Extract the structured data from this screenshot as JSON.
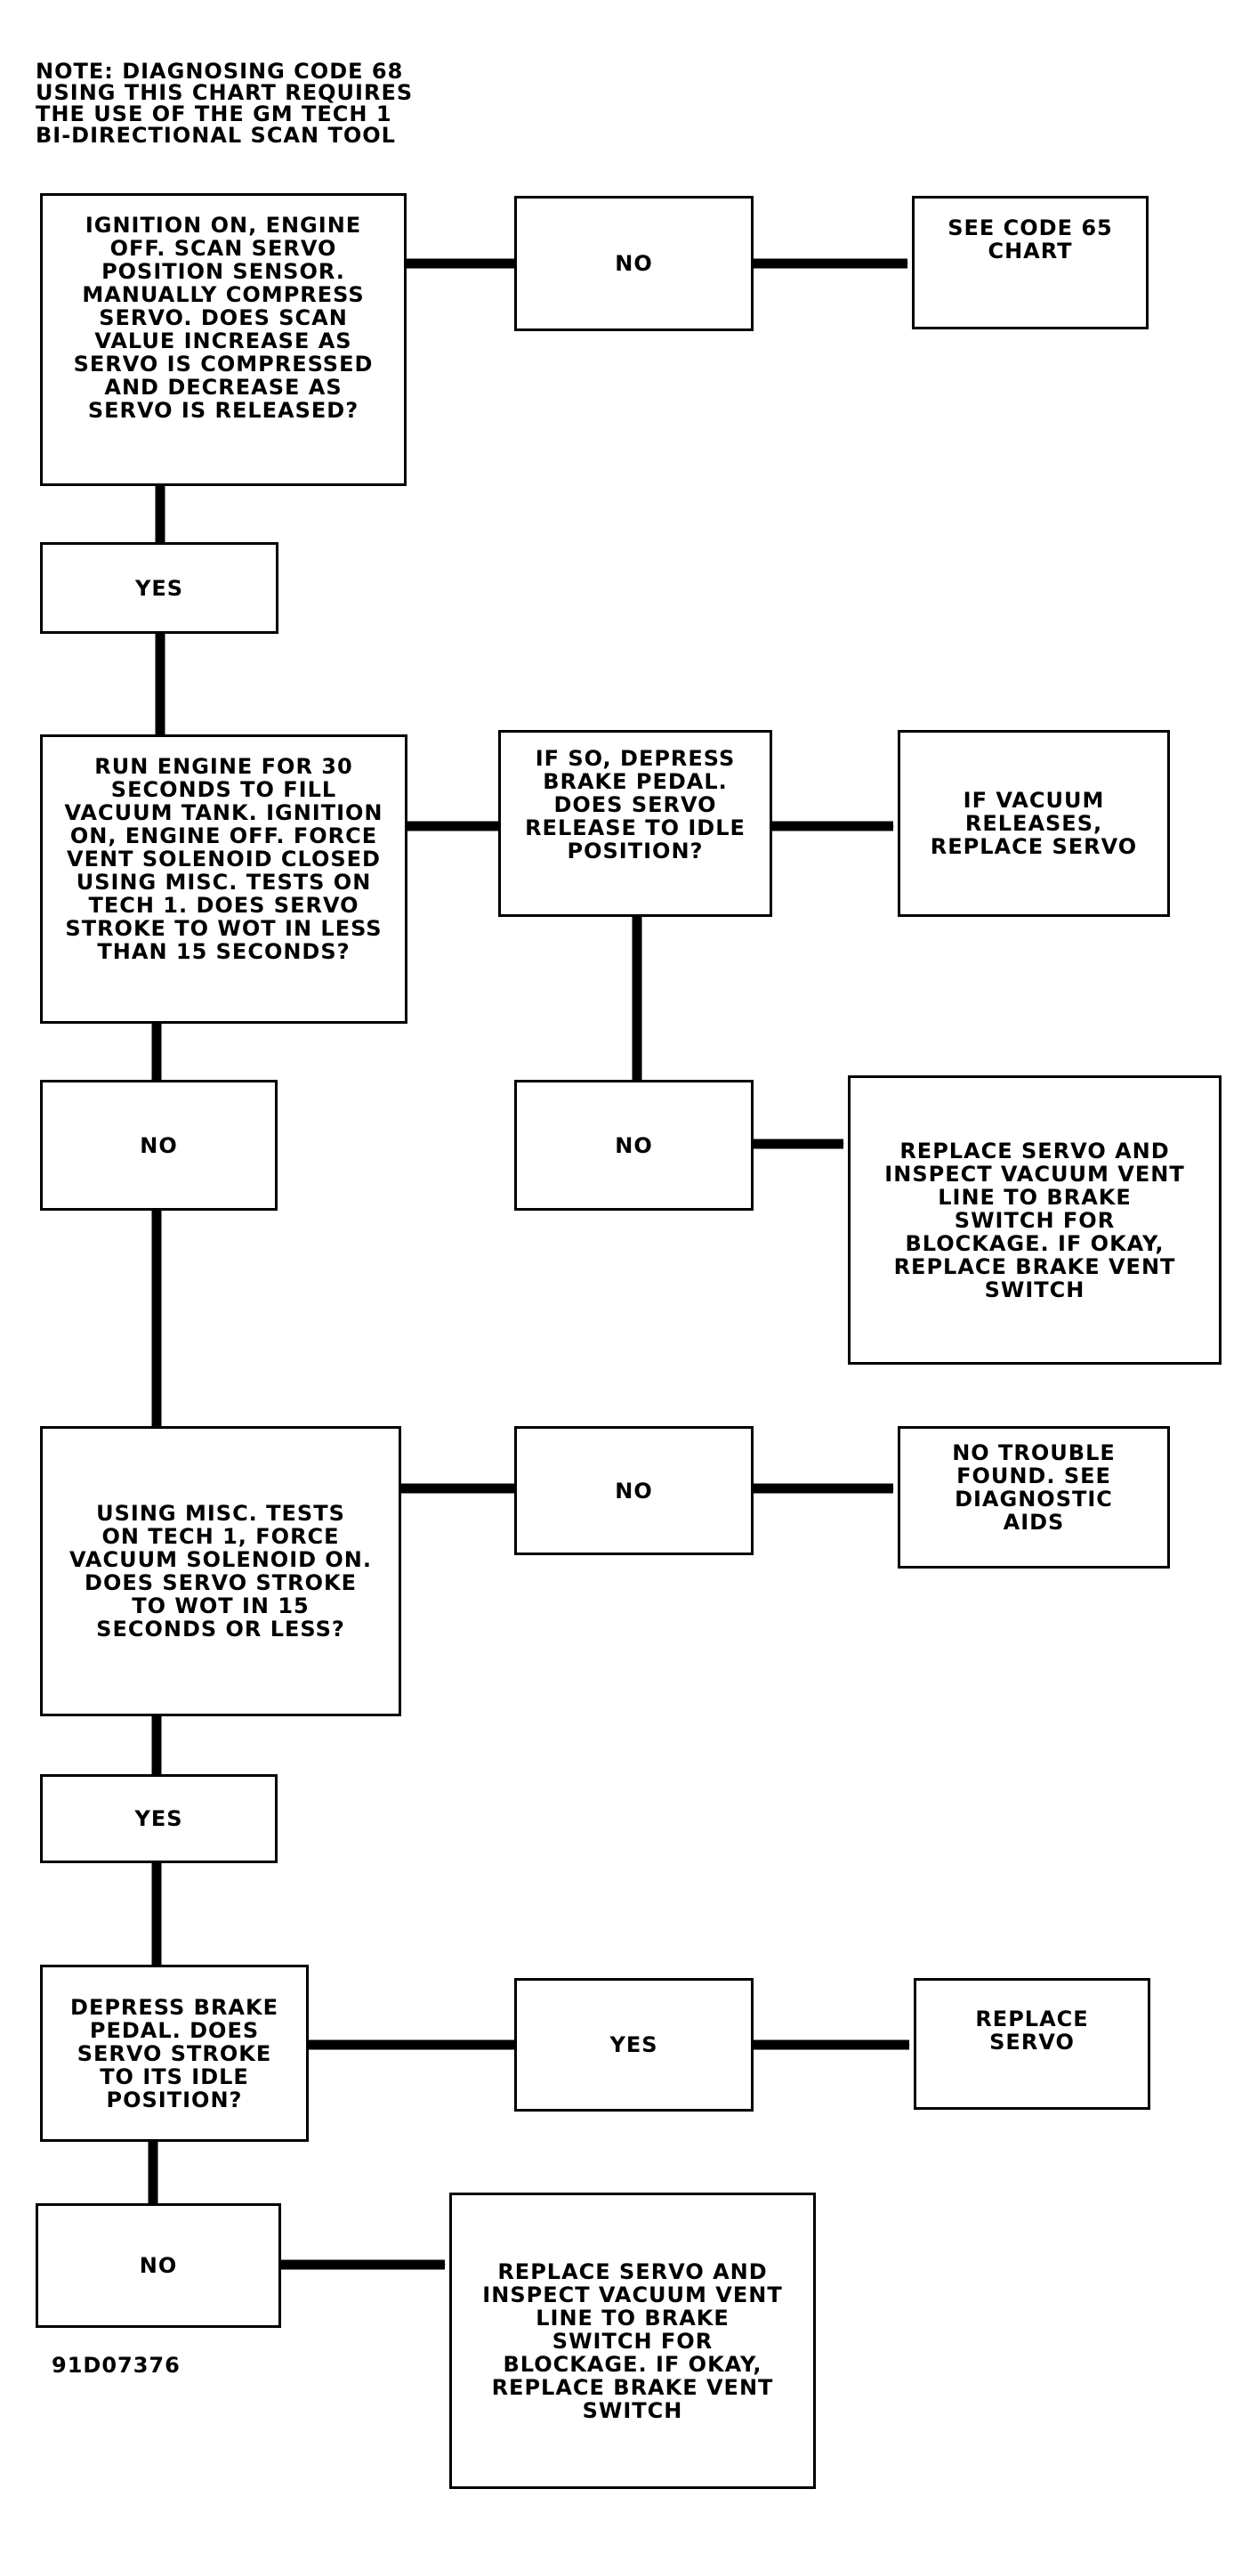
{
  "note": "NOTE: DIAGNOSING CODE 68\nUSING THIS CHART REQUIRES\nTHE USE OF THE GM TECH 1\nBI-DIRECTIONAL SCAN TOOL",
  "figure_id": "91D07376",
  "nodes": {
    "step1_question": "IGNITION ON, ENGINE\nOFF. SCAN SERVO\nPOSITION SENSOR.\nMANUALLY COMPRESS\nSERVO. DOES SCAN\nVALUE INCREASE AS\nSERVO IS COMPRESSED\nAND DECREASE AS\nSERVO IS RELEASED?",
    "step1_no": "NO",
    "step1_no_action": "SEE CODE 65\nCHART",
    "step1_yes": "YES",
    "step2_question": "RUN ENGINE FOR 30\nSECONDS TO FILL\nVACUUM TANK. IGNITION\nON, ENGINE OFF. FORCE\nVENT SOLENOID CLOSED\nUSING MISC. TESTS ON\nTECH 1. DOES SERVO\nSTROKE TO WOT IN LESS\nTHAN 15 SECONDS?",
    "step2_yes_question": "IF SO, DEPRESS\nBRAKE PEDAL.\nDOES SERVO\nRELEASE TO IDLE\nPOSITION?",
    "step2_yes_action": "IF VACUUM\nRELEASES,\nREPLACE SERVO",
    "step2b_no": "NO",
    "step2b_no_action": "REPLACE SERVO AND\nINSPECT VACUUM VENT\nLINE TO BRAKE\nSWITCH FOR\nBLOCKAGE. IF OKAY,\nREPLACE BRAKE VENT\nSWITCH",
    "step2_no": "NO",
    "step3_question": "USING MISC. TESTS\nON TECH 1, FORCE\nVACUUM SOLENOID ON.\nDOES SERVO STROKE\nTO WOT IN 15\nSECONDS OR LESS?",
    "step3_no": "NO",
    "step3_no_action": "NO TROUBLE\nFOUND. SEE\nDIAGNOSTIC\nAIDS",
    "step3_yes": "YES",
    "step4_question": "DEPRESS BRAKE\nPEDAL. DOES\nSERVO STROKE\nTO ITS IDLE\nPOSITION?",
    "step4_yes": "YES",
    "step4_yes_action": "REPLACE\nSERVO",
    "step4_no": "NO",
    "step4_no_action": "REPLACE SERVO AND\nINSPECT VACUUM VENT\nLINE TO BRAKE\nSWITCH FOR\nBLOCKAGE. IF OKAY,\nREPLACE BRAKE VENT\nSWITCH"
  }
}
